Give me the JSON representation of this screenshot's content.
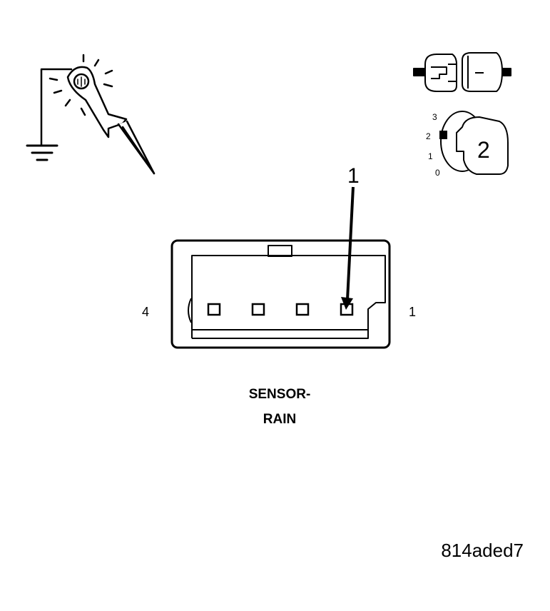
{
  "connector": {
    "pin_left_label": "4",
    "pin_right_label": "1",
    "callout_number": "1",
    "pin_count": 4,
    "probed_pin": 1
  },
  "component": {
    "name_line1": "SENSOR-",
    "name_line2": "RAIN"
  },
  "ignition_switch": {
    "positions": [
      "3",
      "2",
      "1",
      "0"
    ],
    "selected_position": "2"
  },
  "figure_id": "814aded7",
  "icons": [
    "test-light-probe-icon",
    "ground-symbol-icon",
    "disconnected-connector-icon",
    "ignition-key-icon"
  ]
}
